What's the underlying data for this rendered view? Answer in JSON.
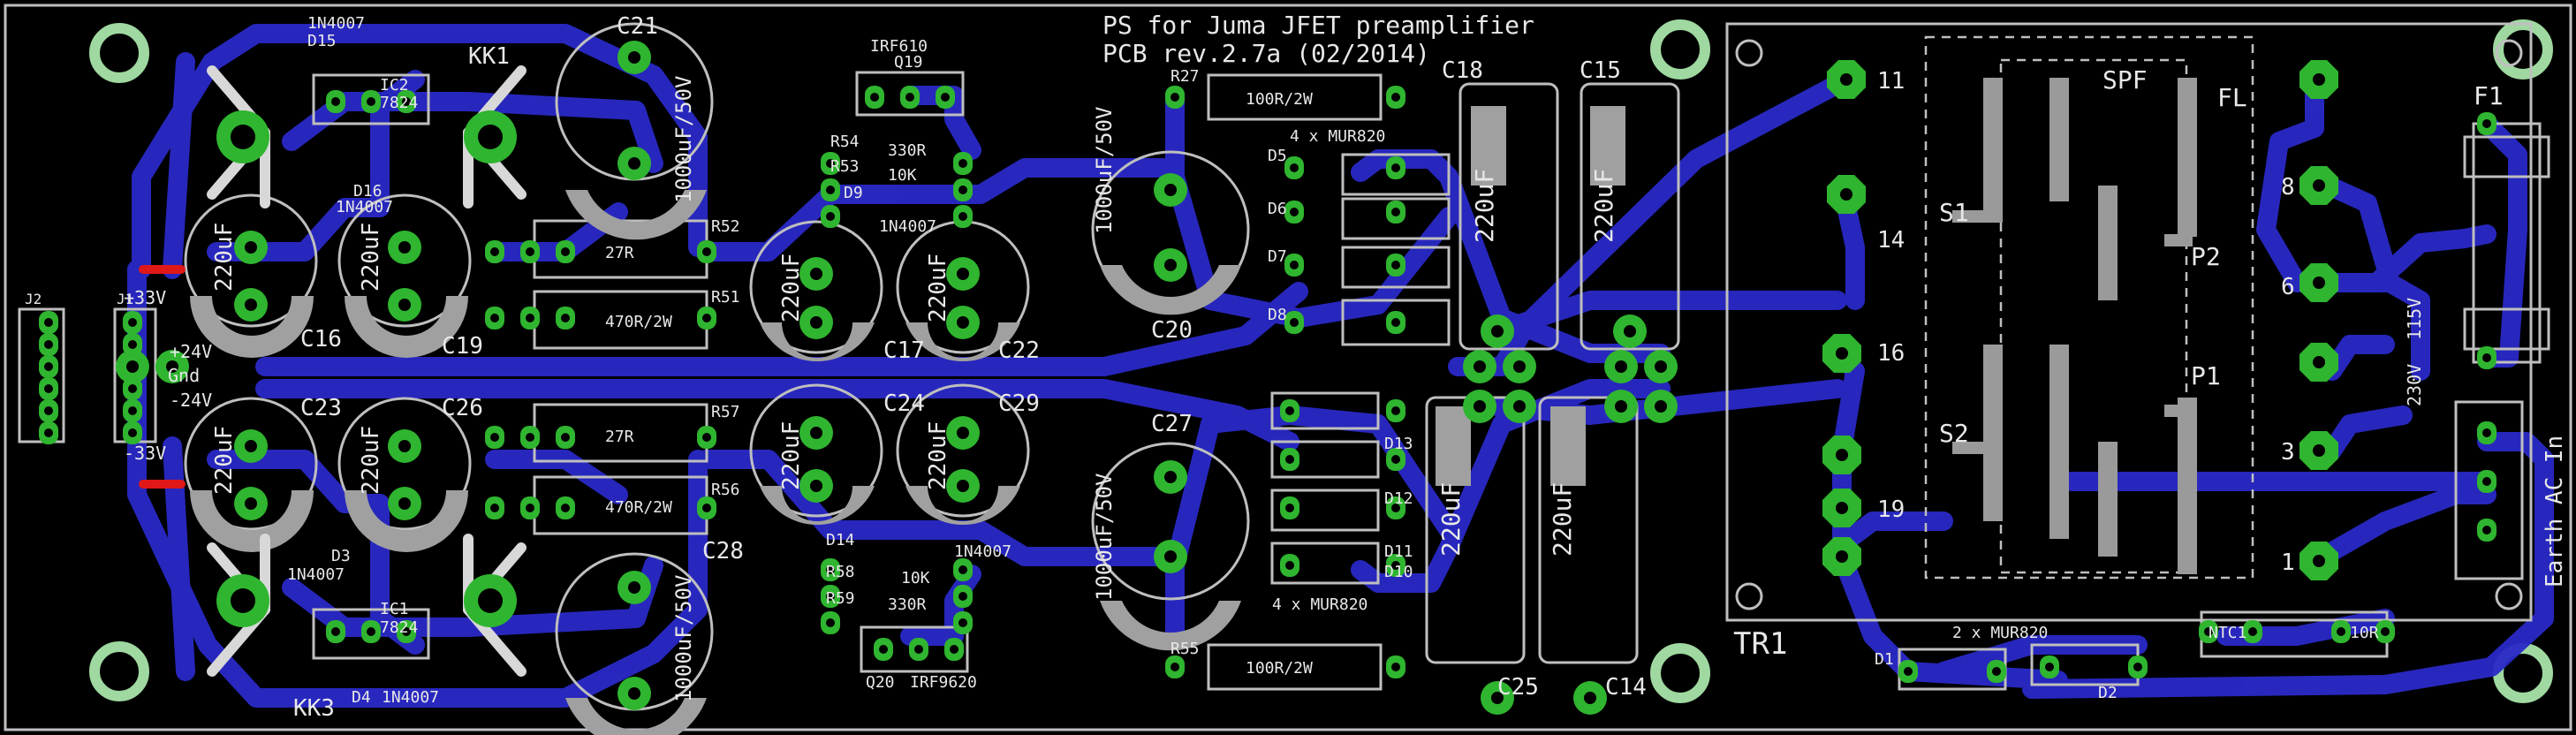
{
  "title": {
    "line1": "PS for Juma JFET preamplifier",
    "line2": "PCB rev.2.7a (02/2014)"
  },
  "colors": {
    "background": "#000000",
    "trace": "#2a2ac8",
    "pad": "#2fb52f",
    "outline": "#bfbfbf",
    "silk": "#ffffff",
    "mount": "#9fd8a0",
    "jumper": "#e01818"
  },
  "labels": {
    "d15_type": "1N4007",
    "d15": "D15",
    "kk1": "KK1",
    "c21": "C21",
    "c21_val": "1000uF/50V",
    "ic2": "IC2",
    "ic2_type": "7824",
    "d16": "D16",
    "d16_type": "1N4007",
    "q19_type": "IRF610",
    "q19": "Q19",
    "r54": "R54",
    "r54_val": "330R",
    "r53": "R53",
    "r53_val": "10K",
    "d9": "D9",
    "d9_type": "1N4007",
    "r27": "R27",
    "r27_val": "100R/2W",
    "mur_top": "4 x MUR820",
    "d5": "D5",
    "d6": "D6",
    "d7": "D7",
    "d8": "D8",
    "c18": "C18",
    "c15": "C15",
    "c18_val": "220uF",
    "c15_val": "220uF",
    "c20": "C20",
    "c20_val": "1000uF/50V",
    "j2": "J2",
    "j1": "J1",
    "p33": "+33V",
    "p24": "+24V",
    "gnd": "Gnd",
    "n24": "-24V",
    "n33": "-33V",
    "c16_val": "220uF",
    "c16": "C16",
    "c19_val": "220uF",
    "c19": "C19",
    "r52": "R52",
    "r52_val": "27R",
    "r51": "R51",
    "r51_val": "470R/2W",
    "c17_val": "220uF",
    "c17": "C17",
    "c22_val": "220uF",
    "c22": "C22",
    "c23": "C23",
    "c23_val": "220uF",
    "c26": "C26",
    "c26_val": "220uF",
    "r57": "R57",
    "r57_val": "27R",
    "r56": "R56",
    "r56_val": "470R/2W",
    "c24": "C24",
    "c24_val": "220uF",
    "c29": "C29",
    "c29_val": "220uF",
    "c27": "C27",
    "c27_val": "1000uF/50V",
    "c28": "C28",
    "c28_val": "1000uF/50V",
    "d3": "D3",
    "d3_type": "1N4007",
    "ic1": "IC1",
    "ic1_type": "7824",
    "kk3": "KK3",
    "d4": "D4",
    "d4_type": "1N4007",
    "d14": "D14",
    "d14_type": "1N4007",
    "r58": "R58",
    "r58_val": "10K",
    "r59": "R59",
    "r59_val": "330R",
    "q20": "Q20",
    "q20_type": "IRF9620",
    "r55": "R55",
    "r55_val": "100R/2W",
    "mur_bot": "4 x MUR820",
    "d13": "D13",
    "d12": "D12",
    "d11": "D11",
    "d10": "D10",
    "c25": "C25",
    "c14": "C14",
    "c25_val": "220uF",
    "c14_val": "220uF",
    "tr1": "TR1",
    "pin11": "11",
    "pin14": "14",
    "pin16": "16",
    "pin19": "19",
    "pin8": "8",
    "pin6": "6",
    "pin3": "3",
    "pin1": "1",
    "s1": "S1",
    "s2": "S2",
    "spf": "SPF",
    "fl": "FL",
    "p1": "P1",
    "p2": "P2",
    "v115": "115V",
    "v230": "230V",
    "f1": "F1",
    "earth_ac": "Earth AC In",
    "d1": "D1",
    "d2": "D2",
    "mur_tr": "2 x MUR820",
    "ntc1": "NTC1",
    "r10": "10R"
  }
}
